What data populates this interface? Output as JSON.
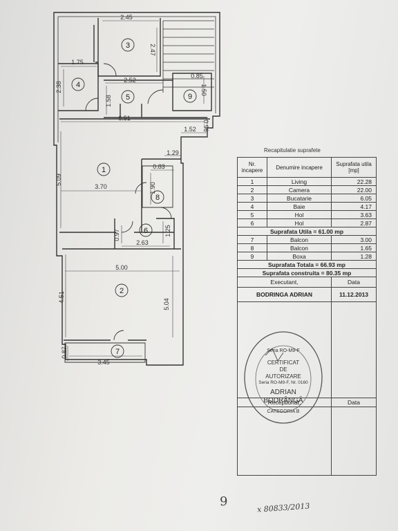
{
  "plan": {
    "dimensions": [
      "2.45",
      "2.47",
      "1.75",
      "2.38",
      "2.52",
      "1.58",
      "0.85",
      "1.50",
      "6.51",
      "0.96",
      "1.52",
      "1.29",
      "0.83",
      "5.09",
      "3.70",
      "1.90",
      "0.97",
      "2.63",
      "1.25",
      "5.00",
      "4.51",
      "5.04",
      "0.87",
      "3.45"
    ],
    "room_numbers": [
      "1",
      "2",
      "3",
      "4",
      "5",
      "6",
      "7",
      "8",
      "9"
    ]
  },
  "table": {
    "title": "Recapitulatie suprafete",
    "headers": [
      "Nr. incapere",
      "Denumire incapere",
      "Suprafata utila [mp]"
    ],
    "rows": [
      {
        "nr": "1",
        "name": "Living",
        "area": "22.28"
      },
      {
        "nr": "2",
        "name": "Camera",
        "area": "22.00"
      },
      {
        "nr": "3",
        "name": "Bucatarie",
        "area": "6.05"
      },
      {
        "nr": "4",
        "name": "Baie",
        "area": "4.17"
      },
      {
        "nr": "5",
        "name": "Hol",
        "area": "3.63"
      },
      {
        "nr": "6",
        "name": "Hol",
        "area": "2.87"
      }
    ],
    "utila": "Suprafata Utila = 61.00 mp",
    "balcony_rows": [
      {
        "nr": "7",
        "name": "Balcon",
        "area": "3.00"
      },
      {
        "nr": "8",
        "name": "Balcon",
        "area": "1.65"
      },
      {
        "nr": "9",
        "name": "Boxa",
        "area": "1.28"
      }
    ],
    "totala": "Suprafata Totala = 66.93 mp",
    "construita": "Suprafata construita = 80.35 mp",
    "executant_label": "Executant,",
    "data_label": "Data",
    "executant_name": "BODRINGA ADRIAN",
    "executant_date": "11.12.2013",
    "receptionat_label": "Receptionat,",
    "data_label2": "Data"
  },
  "stamp": {
    "ring_text": "Seria RO-M9-F",
    "line1": "CERTIFICAT",
    "line2": "DE",
    "line3": "AUTORIZARE",
    "line4": "Seria RO-M9-F, Nr. 0160",
    "line5": "ADRIAN",
    "line6": "BODRÂNGĂ",
    "line7": "CATEGORIA B"
  },
  "handwriting": "x 80833/2013",
  "sig_mark": "9"
}
